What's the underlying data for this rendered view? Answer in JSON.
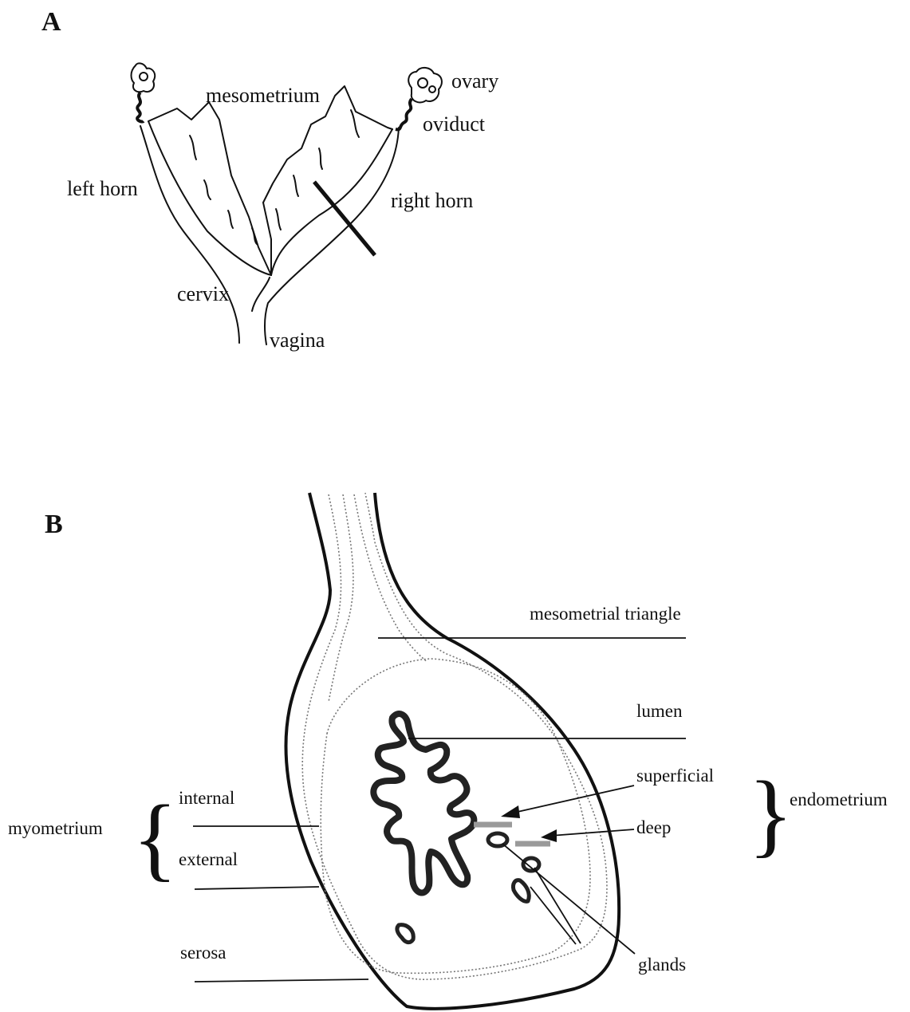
{
  "panel_a": {
    "letter": "A",
    "labels": {
      "mesometrium": "mesometrium",
      "ovary": "ovary",
      "oviduct": "oviduct",
      "left_horn": "left horn",
      "right_horn": "right horn",
      "cervix": "cervix",
      "vagina": "vagina"
    }
  },
  "panel_b": {
    "letter": "B",
    "labels": {
      "mesometrial_triangle": "mesometrial triangle",
      "lumen": "lumen",
      "superficial": "superficial",
      "deep": "deep",
      "endometrium": "endometrium",
      "myometrium": "myometrium",
      "internal": "internal",
      "external": "external",
      "serosa": "serosa",
      "glands": "glands"
    }
  }
}
